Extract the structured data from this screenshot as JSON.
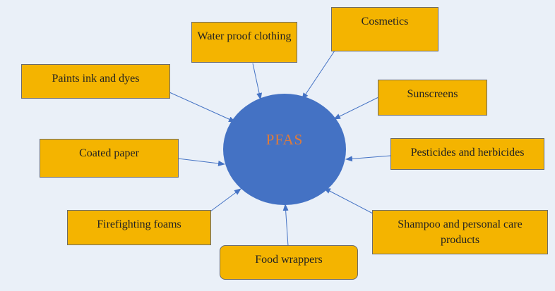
{
  "diagram": {
    "center": {
      "label": "PFAS",
      "fill": "#4472c4",
      "label_color": "#e07b39"
    },
    "nodes": [
      {
        "id": "water-proof-clothing",
        "label": "Water proof clothing"
      },
      {
        "id": "cosmetics",
        "label": "Cosmetics"
      },
      {
        "id": "paints-ink-dyes",
        "label": "Paints ink and dyes"
      },
      {
        "id": "sunscreens",
        "label": "Sunscreens"
      },
      {
        "id": "coated-paper",
        "label": "Coated paper"
      },
      {
        "id": "pesticides-herbicides",
        "label": "Pesticides and herbicides"
      },
      {
        "id": "firefighting-foams",
        "label": "Firefighting foams"
      },
      {
        "id": "shampoo-personal-care",
        "label": "Shampoo and personal care products"
      },
      {
        "id": "food-wrappers",
        "label": "Food wrappers"
      }
    ],
    "colors": {
      "box_fill": "#f4b400",
      "box_border": "#6b6b6b",
      "arrow": "#4472c4",
      "background": "#eaf0f8"
    }
  }
}
